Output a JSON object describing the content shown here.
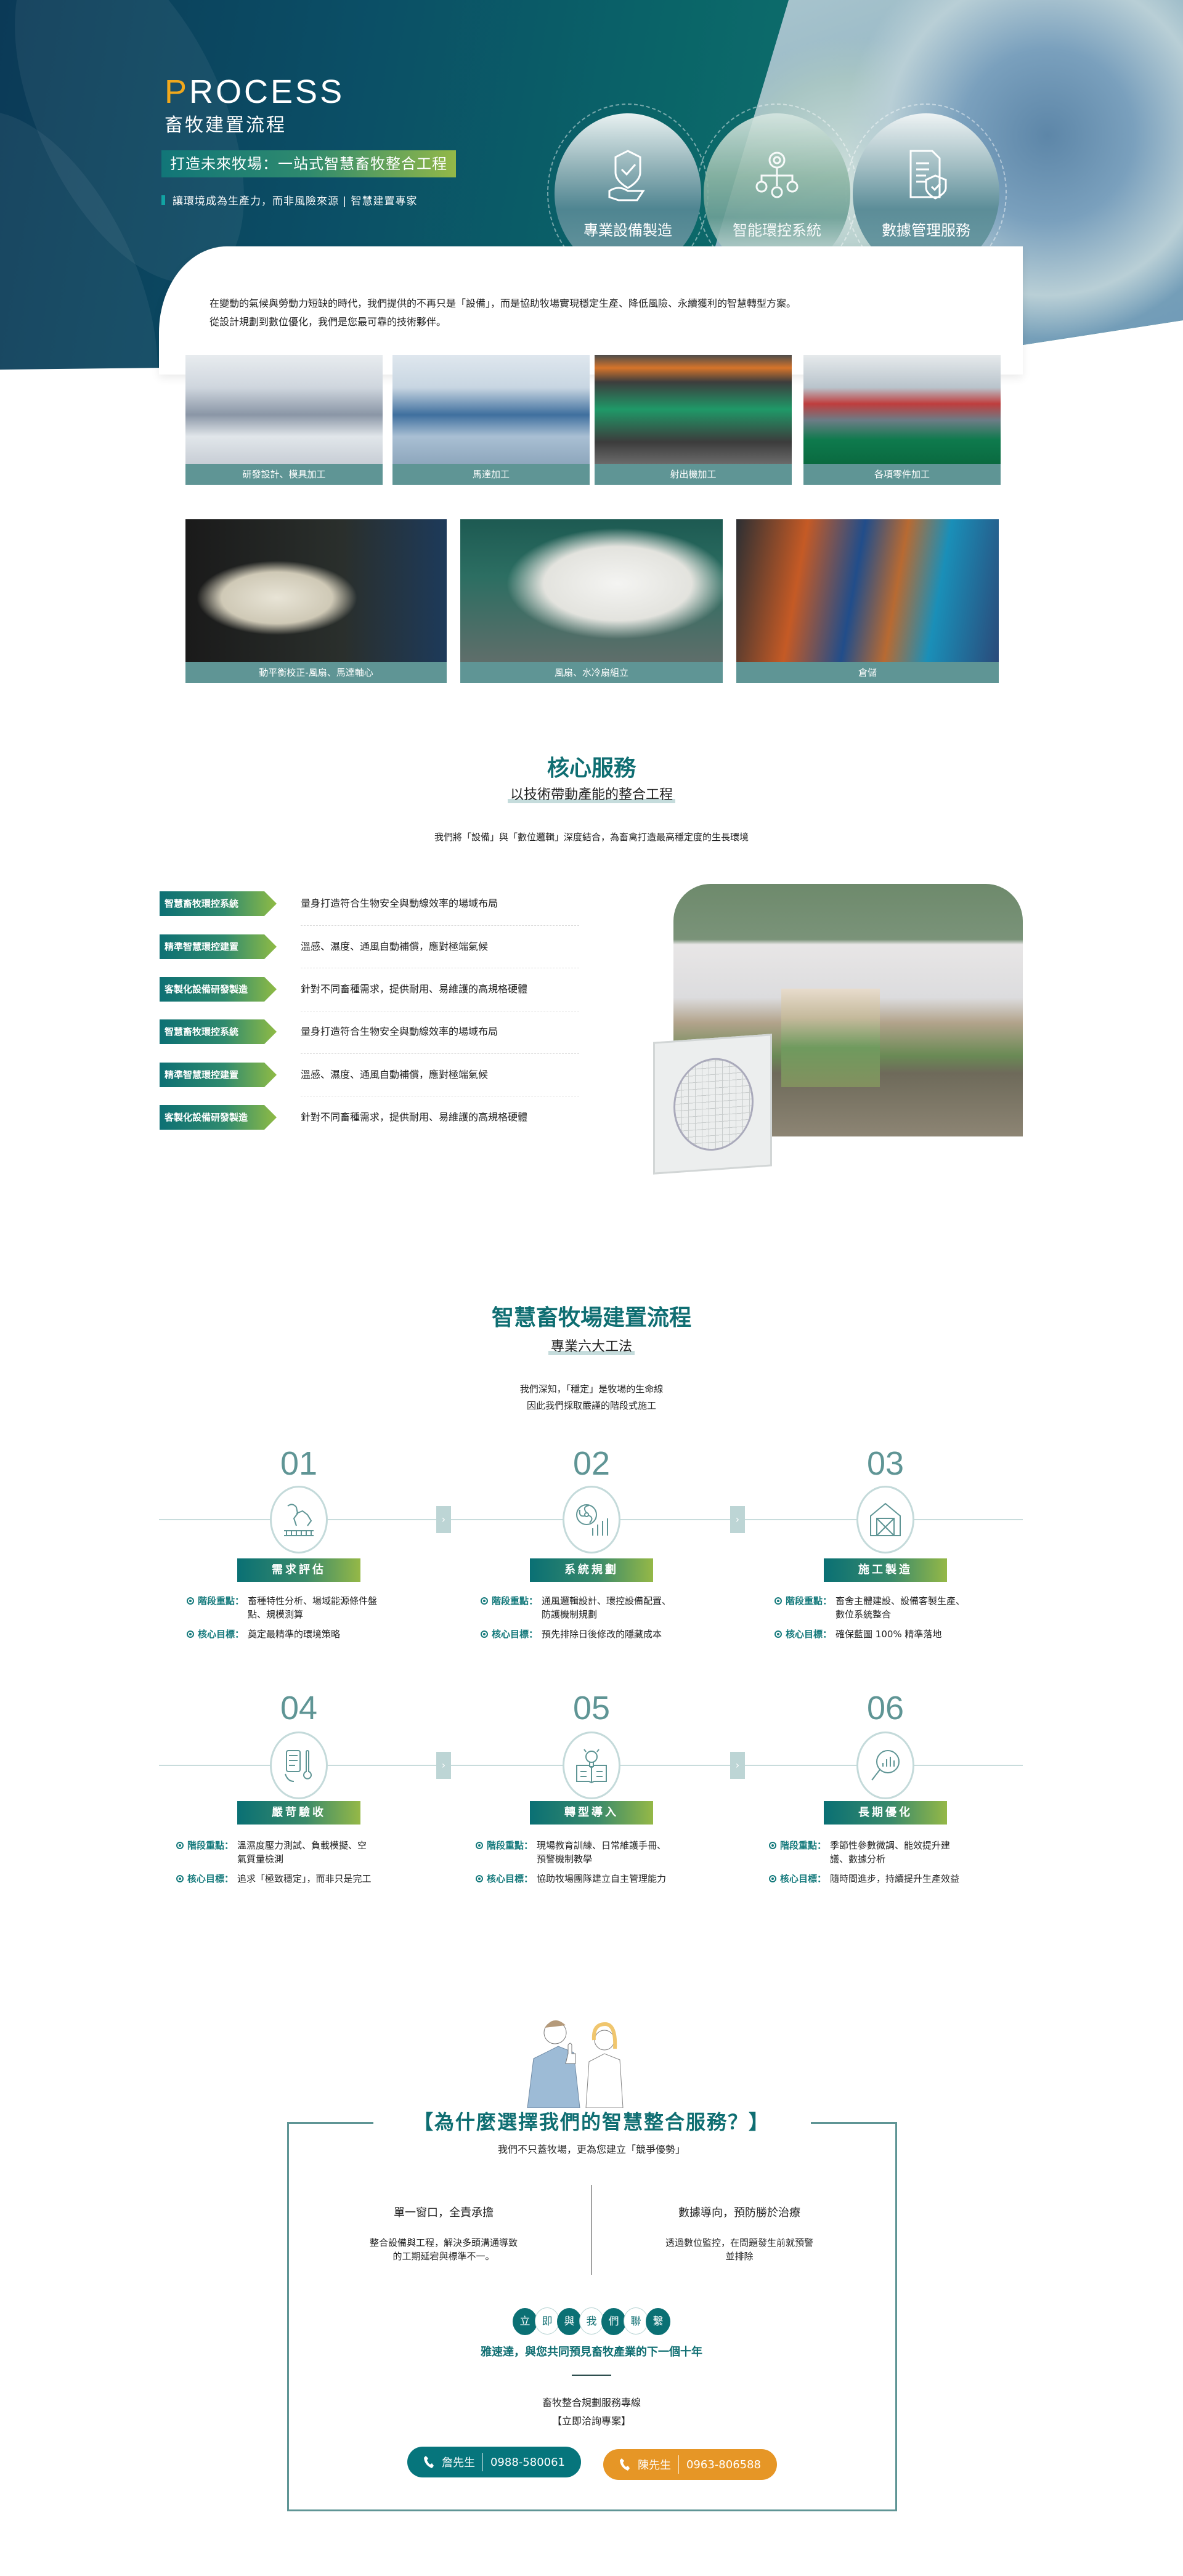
{
  "hero": {
    "title_first_letter": "P",
    "title_rest": "ROCESS",
    "subtitle": "畜牧建置流程",
    "banner": "打造未來牧場：一站式智慧畜牧整合工程",
    "tagline": "讓環境成為生產力，而非風險來源 | 智慧建置專家",
    "bubbles": [
      {
        "label": "專業設備製造",
        "icon": "hand-shield-icon"
      },
      {
        "label": "智能環控系統",
        "icon": "gear-network-icon"
      },
      {
        "label": "數據管理服務",
        "icon": "document-shield-icon"
      }
    ]
  },
  "intro": {
    "line1": "在變動的氣候與勞動力短缺的時代，我們提供的不再只是「設備」，而是協助牧場實現穩定生產、降低風險、永續獲利的智慧轉型方案。",
    "line2": "從設計規劃到數位優化，我們是您最可靠的技術夥伴。"
  },
  "gallery": {
    "row1": [
      "研發設計、模具加工",
      "馬達加工",
      "射出機加工",
      "各項零件加工"
    ],
    "row2": [
      "動平衡校正-風扇、馬達軸心",
      "風扇、水冷扇組立",
      "倉儲"
    ]
  },
  "core": {
    "title": "核心服務",
    "subtitle": "以技術帶動產能的整合工程",
    "desc": "我們將「設備」與「數位邏輯」深度結合，為畜禽打造最高穩定度的生長環境",
    "items": [
      {
        "tag": "智慧畜牧環控系統",
        "text": "量身打造符合生物安全與動線效率的場域布局"
      },
      {
        "tag": "精準智慧環控建置",
        "text": "溫感、濕度、通風自動補償，應對極端氣候"
      },
      {
        "tag": "客製化設備研發製造",
        "text": "針對不同畜種需求，提供耐用、易維護的高規格硬體"
      },
      {
        "tag": "智慧畜牧環控系統",
        "text": "量身打造符合生物安全與動線效率的場域布局"
      },
      {
        "tag": "精準智慧環控建置",
        "text": "溫感、濕度、通風自動補償，應對極端氣候"
      },
      {
        "tag": "客製化設備研發製造",
        "text": "針對不同畜種需求，提供耐用、易維護的高規格硬體"
      }
    ]
  },
  "process": {
    "title": "智慧畜牧場建置流程",
    "subtitle": "專業六大工法",
    "desc1": "我們深知，「穩定」是牧場的生命線",
    "desc2": "因此我們採取嚴謹的階段式施工",
    "focus_label": "階段重點：",
    "goal_label": "核心目標：",
    "arrow": "›",
    "steps": [
      {
        "num": "01",
        "title": "需求評估",
        "icon": "livestock-icon",
        "focus": "畜種特性分析、場域能源條件盤點、規模測算",
        "goal": "奠定最精準的環境策略"
      },
      {
        "num": "02",
        "title": "系統規劃",
        "icon": "fan-chart-icon",
        "focus": "通風邏輯設計、環控設備配置、防護機制規劃",
        "goal": "預先排除日後修改的隱藏成本"
      },
      {
        "num": "03",
        "title": "施工製造",
        "icon": "barn-icon",
        "focus": "畜舍主體建設、設備客製生產、數位系統整合",
        "goal": "確保藍圖 100% 精準落地"
      },
      {
        "num": "04",
        "title": "嚴苛驗收",
        "icon": "thermometer-tablet-icon",
        "focus": "溫濕度壓力測試、負載模擬、空氣質量檢測",
        "goal": "追求「極致穩定」，而非只是完工"
      },
      {
        "num": "05",
        "title": "轉型導入",
        "icon": "lightbulb-book-icon",
        "focus": "現場教育訓練、日常維護手冊、預警機制教學",
        "goal": "協助牧場團隊建立自主管理能力"
      },
      {
        "num": "06",
        "title": "長期優化",
        "icon": "magnifier-chart-icon",
        "focus": "季節性參數微調、能效提升建議、數據分析",
        "goal": "隨時間進步，持續提升生產效益"
      }
    ]
  },
  "why": {
    "title": "【為什麼選擇我們的智慧整合服務？】",
    "subtitle": "我們不只蓋牧場，更為您建立「競爭優勢」",
    "cols": [
      {
        "heading": "單一窗口，全責承擔",
        "text1": "整合設備與工程，解決多頭溝通導致",
        "text2": "的工期延宕與標準不一。"
      },
      {
        "heading": "數據導向，預防勝於治療",
        "text1": "透過數位監控，在問題發生前就預警",
        "text2": "並排除"
      }
    ],
    "contact_chars": [
      "立",
      "即",
      "與",
      "我",
      "們",
      "聯",
      "繫"
    ],
    "slogan": "雅速達，與您共同預見畜牧產業的下一個十年",
    "hotline": "畜牧整合規劃服務專線",
    "cta": "【立即洽詢專案】",
    "contacts": [
      {
        "name": "詹先生",
        "phone": "0988-580061",
        "color": "#06757c"
      },
      {
        "name": "陳先生",
        "phone": "0963-806588",
        "color": "#e69626"
      }
    ]
  },
  "colors": {
    "teal": "#0f6e72",
    "muted_teal": "#5f9595",
    "orange": "#f0a81c"
  }
}
